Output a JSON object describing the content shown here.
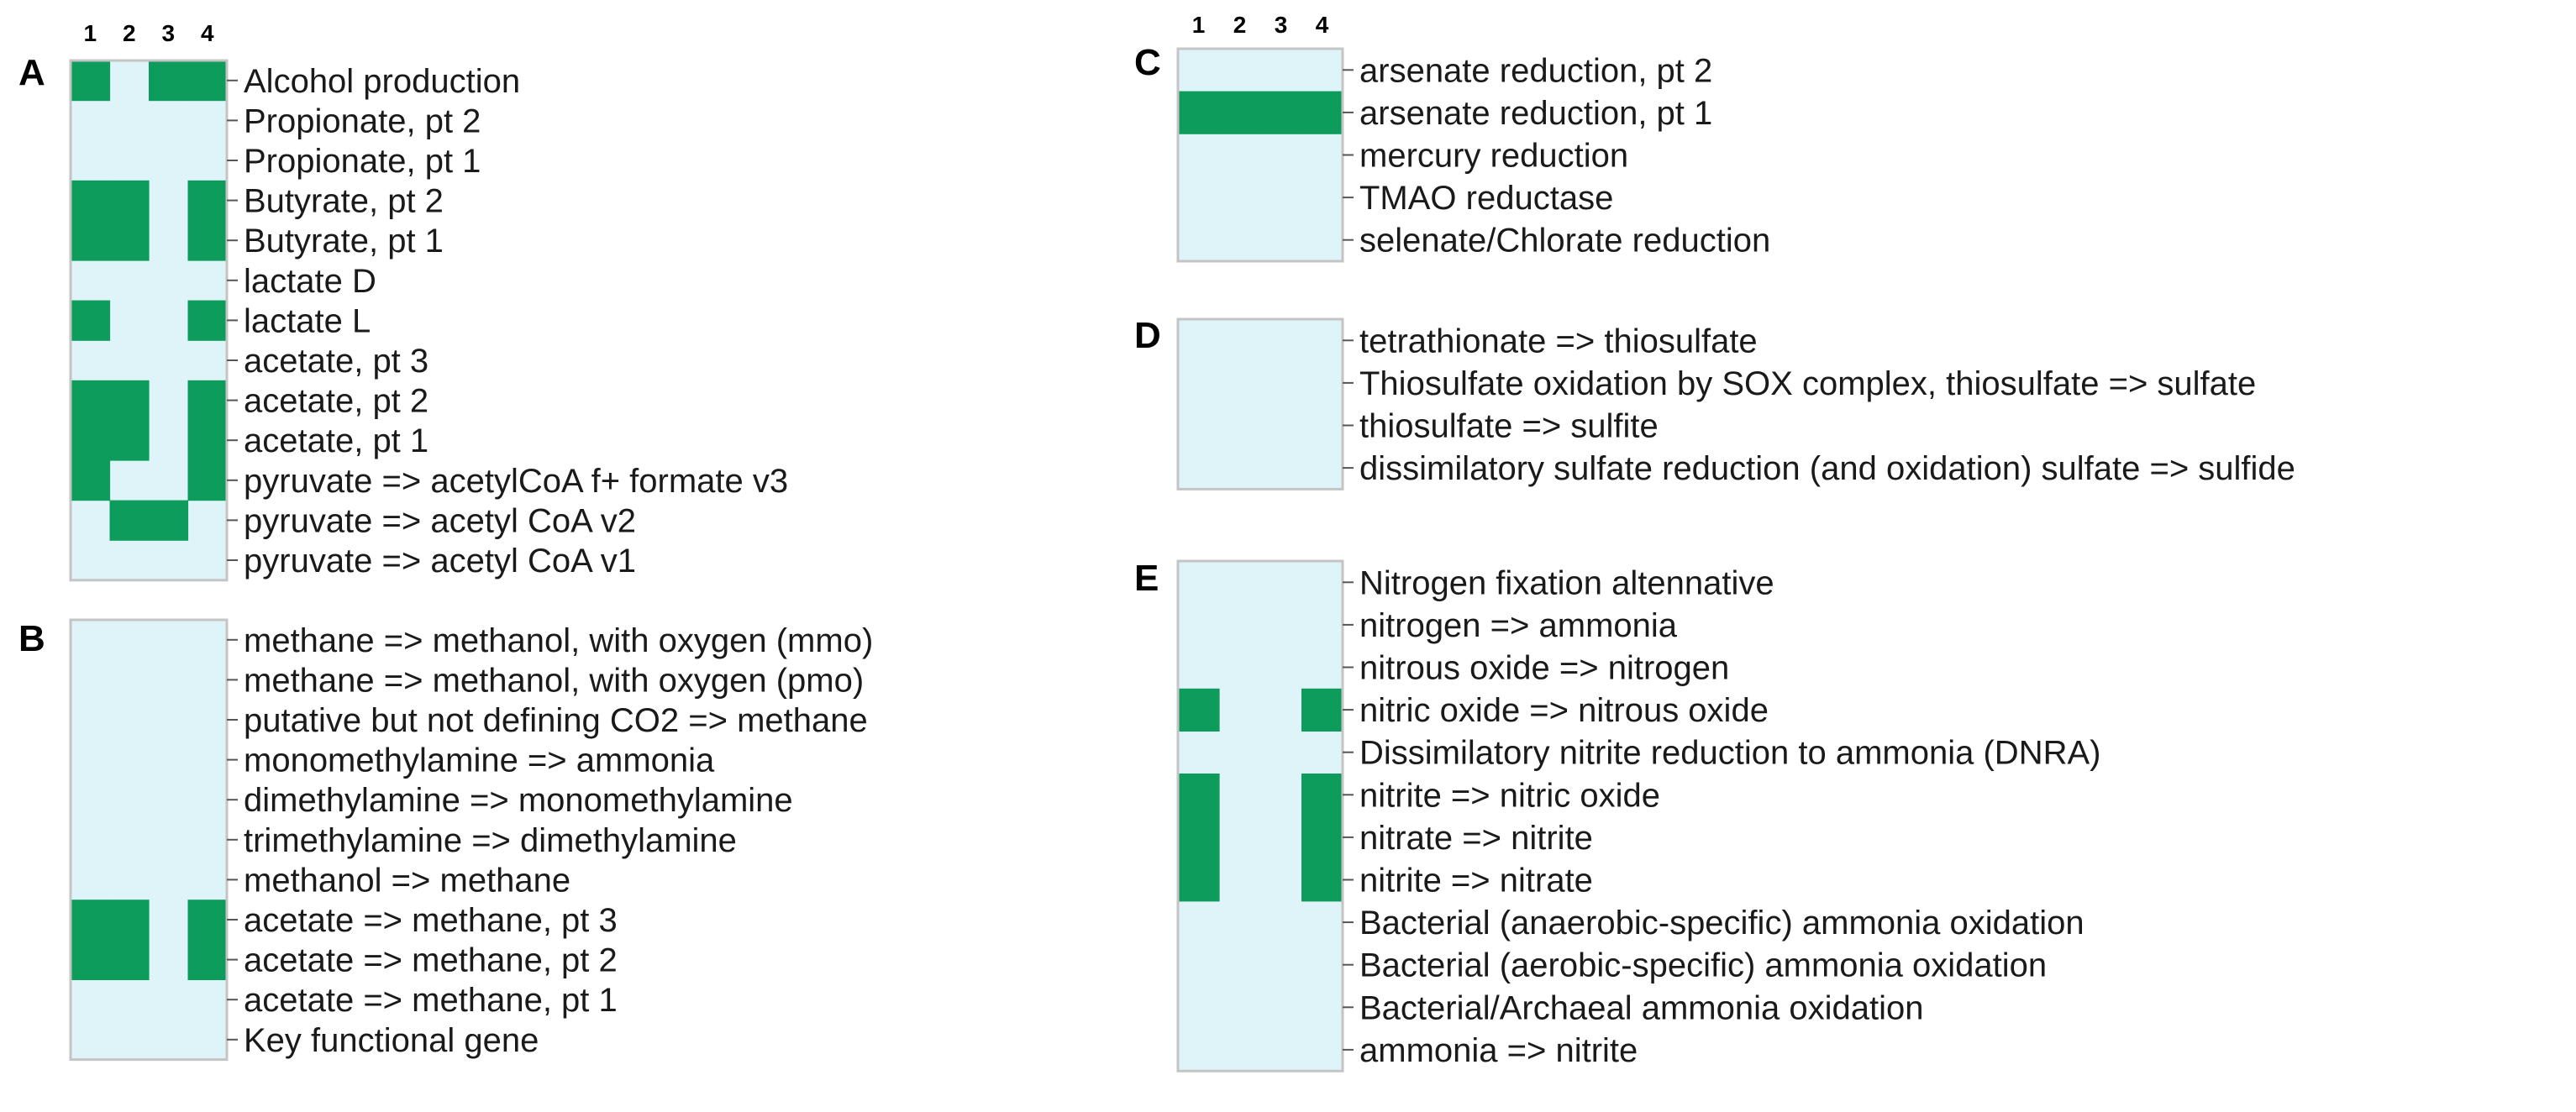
{
  "colors": {
    "present": "#0e9c5c",
    "absent": "#dff4f9",
    "frame": "#c4c4c4",
    "text": "#1a1a1a"
  },
  "chart_data": [
    {
      "type": "heatmap",
      "panel": "A",
      "columns": [
        "1",
        "2",
        "3",
        "4"
      ],
      "rows": [
        "Alcohol production",
        "Propionate, pt 2",
        "Propionate, pt 1",
        "Butyrate, pt 2",
        "Butyrate, pt 1",
        "lactate D",
        "lactate L",
        "acetate, pt 3",
        "acetate, pt 2",
        "acetate, pt 1",
        "pyruvate => acetylCoA f+ formate v3",
        "pyruvate => acetyl CoA v2",
        "pyruvate => acetyl CoA v1"
      ],
      "values": [
        [
          1,
          0,
          1,
          1
        ],
        [
          0,
          0,
          0,
          0
        ],
        [
          0,
          0,
          0,
          0
        ],
        [
          1,
          1,
          0,
          1
        ],
        [
          1,
          1,
          0,
          1
        ],
        [
          0,
          0,
          0,
          0
        ],
        [
          1,
          0,
          0,
          1
        ],
        [
          0,
          0,
          0,
          0
        ],
        [
          1,
          1,
          0,
          1
        ],
        [
          1,
          1,
          0,
          1
        ],
        [
          1,
          0,
          0,
          1
        ],
        [
          0,
          1,
          1,
          0
        ],
        [
          0,
          0,
          0,
          0
        ]
      ]
    },
    {
      "type": "heatmap",
      "panel": "B",
      "columns": [],
      "rows": [
        "methane => methanol, with oxygen (mmo)",
        "methane => methanol, with oxygen (pmo)",
        "putative but not defining CO2 => methane",
        "monomethylamine => ammonia",
        "dimethylamine => monomethylamine",
        "trimethylamine => dimethylamine",
        "methanol => methane",
        "acetate => methane, pt 3",
        "acetate => methane, pt 2",
        "acetate => methane, pt 1",
        "Key functional gene"
      ],
      "values": [
        [
          0,
          0,
          0,
          0
        ],
        [
          0,
          0,
          0,
          0
        ],
        [
          0,
          0,
          0,
          0
        ],
        [
          0,
          0,
          0,
          0
        ],
        [
          0,
          0,
          0,
          0
        ],
        [
          0,
          0,
          0,
          0
        ],
        [
          0,
          0,
          0,
          0
        ],
        [
          1,
          1,
          0,
          1
        ],
        [
          1,
          1,
          0,
          1
        ],
        [
          0,
          0,
          0,
          0
        ],
        [
          0,
          0,
          0,
          0
        ]
      ]
    },
    {
      "type": "heatmap",
      "panel": "C",
      "columns": [
        "1",
        "2",
        "3",
        "4"
      ],
      "rows": [
        "arsenate reduction, pt 2",
        "arsenate reduction, pt 1",
        "mercury reduction",
        "TMAO reductase",
        "selenate/Chlorate reduction"
      ],
      "values": [
        [
          0,
          0,
          0,
          0
        ],
        [
          1,
          1,
          1,
          1
        ],
        [
          0,
          0,
          0,
          0
        ],
        [
          0,
          0,
          0,
          0
        ],
        [
          0,
          0,
          0,
          0
        ]
      ]
    },
    {
      "type": "heatmap",
      "panel": "D",
      "columns": [],
      "rows": [
        "tetrathionate => thiosulfate",
        "Thiosulfate oxidation by SOX complex, thiosulfate => sulfate",
        "thiosulfate => sulfite",
        "dissimilatory sulfate reduction (and oxidation) sulfate => sulfide"
      ],
      "values": [
        [
          0,
          0,
          0,
          0
        ],
        [
          0,
          0,
          0,
          0
        ],
        [
          0,
          0,
          0,
          0
        ],
        [
          0,
          0,
          0,
          0
        ]
      ]
    },
    {
      "type": "heatmap",
      "panel": "E",
      "columns": [],
      "rows": [
        "Nitrogen fixation altennative",
        "nitrogen => ammonia",
        "nitrous oxide => nitrogen",
        "nitric oxide => nitrous oxide",
        "Dissimilatory nitrite reduction to ammonia (DNRA)",
        "nitrite => nitric oxide",
        "nitrate => nitrite",
        "nitrite => nitrate",
        "Bacterial (anaerobic-specific) ammonia oxidation",
        "Bacterial (aerobic-specific) ammonia oxidation",
        "Bacterial/Archaeal ammonia oxidation",
        "ammonia => nitrite"
      ],
      "values": [
        [
          0,
          0,
          0,
          0
        ],
        [
          0,
          0,
          0,
          0
        ],
        [
          0,
          0,
          0,
          0
        ],
        [
          1,
          0,
          0,
          1
        ],
        [
          0,
          0,
          0,
          0
        ],
        [
          1,
          0,
          0,
          1
        ],
        [
          1,
          0,
          0,
          1
        ],
        [
          1,
          0,
          0,
          1
        ],
        [
          0,
          0,
          0,
          0
        ],
        [
          0,
          0,
          0,
          0
        ],
        [
          0,
          0,
          0,
          0
        ],
        [
          0,
          0,
          0,
          0
        ]
      ]
    }
  ]
}
